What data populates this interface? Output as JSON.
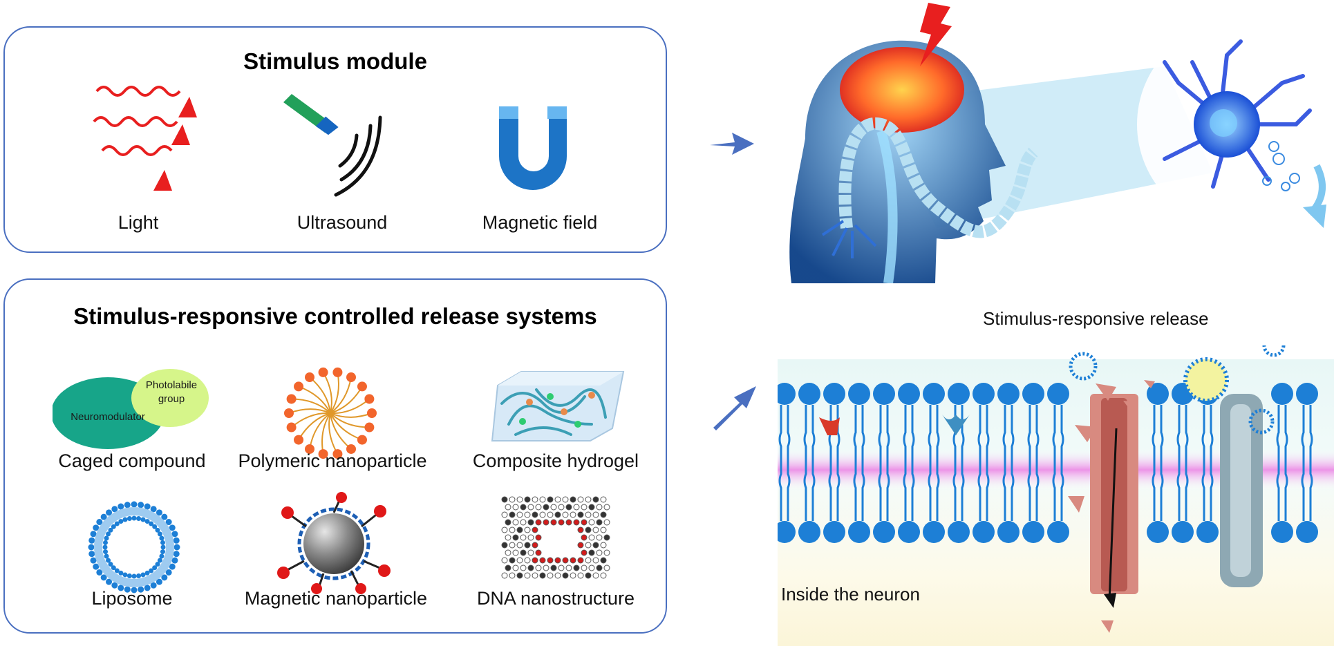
{
  "stimulus_module": {
    "title": "Stimulus module",
    "items": [
      {
        "label": "Light",
        "icon": "light-wave-icon"
      },
      {
        "label": "Ultrasound",
        "icon": "ultrasound-icon"
      },
      {
        "label": "Magnetic field",
        "icon": "magnet-icon"
      }
    ]
  },
  "release_systems": {
    "title": "Stimulus-responsive controlled release systems",
    "caged_inner": {
      "neuromodulator": "Neuromodulator",
      "photolabile": "Photolabile group"
    },
    "items": [
      {
        "label": "Caged compound"
      },
      {
        "label": "Polymeric nanoparticle"
      },
      {
        "label": "Composite hydrogel"
      },
      {
        "label": "Liposome"
      },
      {
        "label": "Magnetic nanoparticle"
      },
      {
        "label": "DNA nanostructure"
      }
    ]
  },
  "right_panel": {
    "release_label": "Stimulus-responsive release",
    "inside_label": "Inside the neuron"
  },
  "colors": {
    "panel_border": "#4a6fc0",
    "arrow": "#4a6fc0",
    "lipid_head": "#1d7fd6",
    "lightning": "#e81f1f"
  }
}
